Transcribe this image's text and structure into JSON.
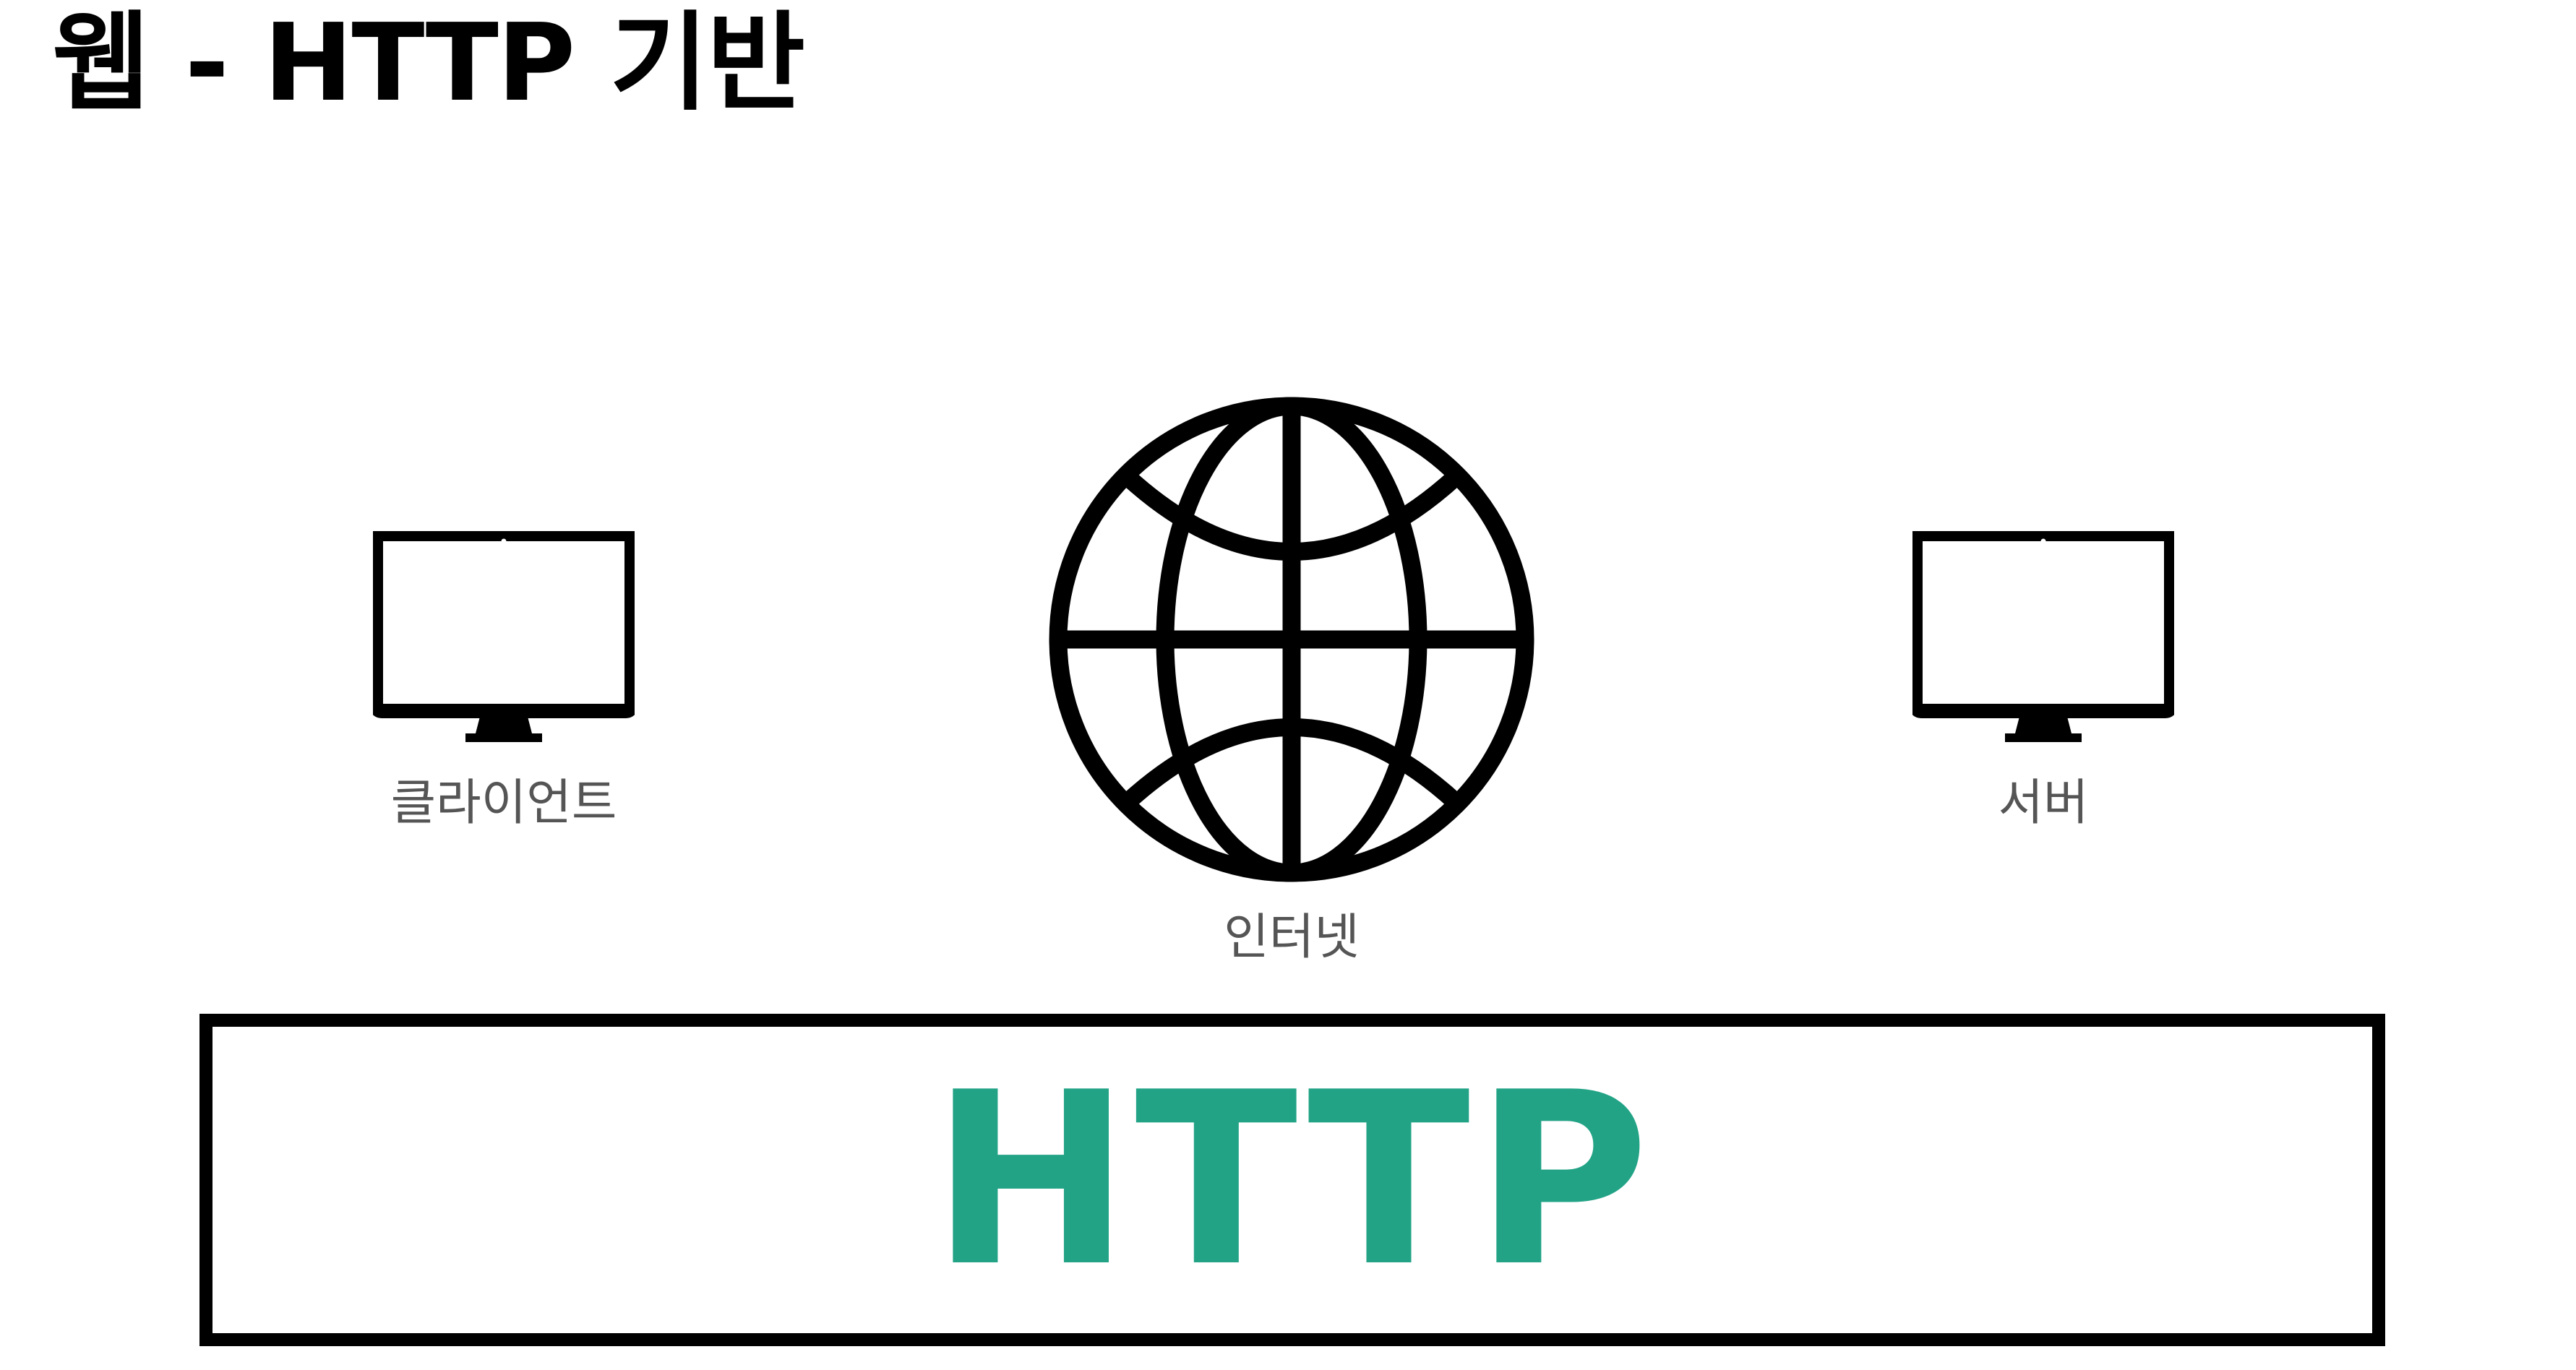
{
  "title": "웹 - HTTP 기반",
  "diagram": {
    "nodes": [
      {
        "id": "client",
        "label": "클라이언트",
        "icon": "monitor-icon"
      },
      {
        "id": "internet",
        "label": "인터넷",
        "icon": "globe-icon"
      },
      {
        "id": "server",
        "label": "서버",
        "icon": "monitor-icon"
      }
    ],
    "protocol_box": {
      "label": "HTTP"
    }
  },
  "colors": {
    "protocol_text": "#22a386",
    "label_text": "#555555",
    "icon_stroke": "#000000"
  }
}
